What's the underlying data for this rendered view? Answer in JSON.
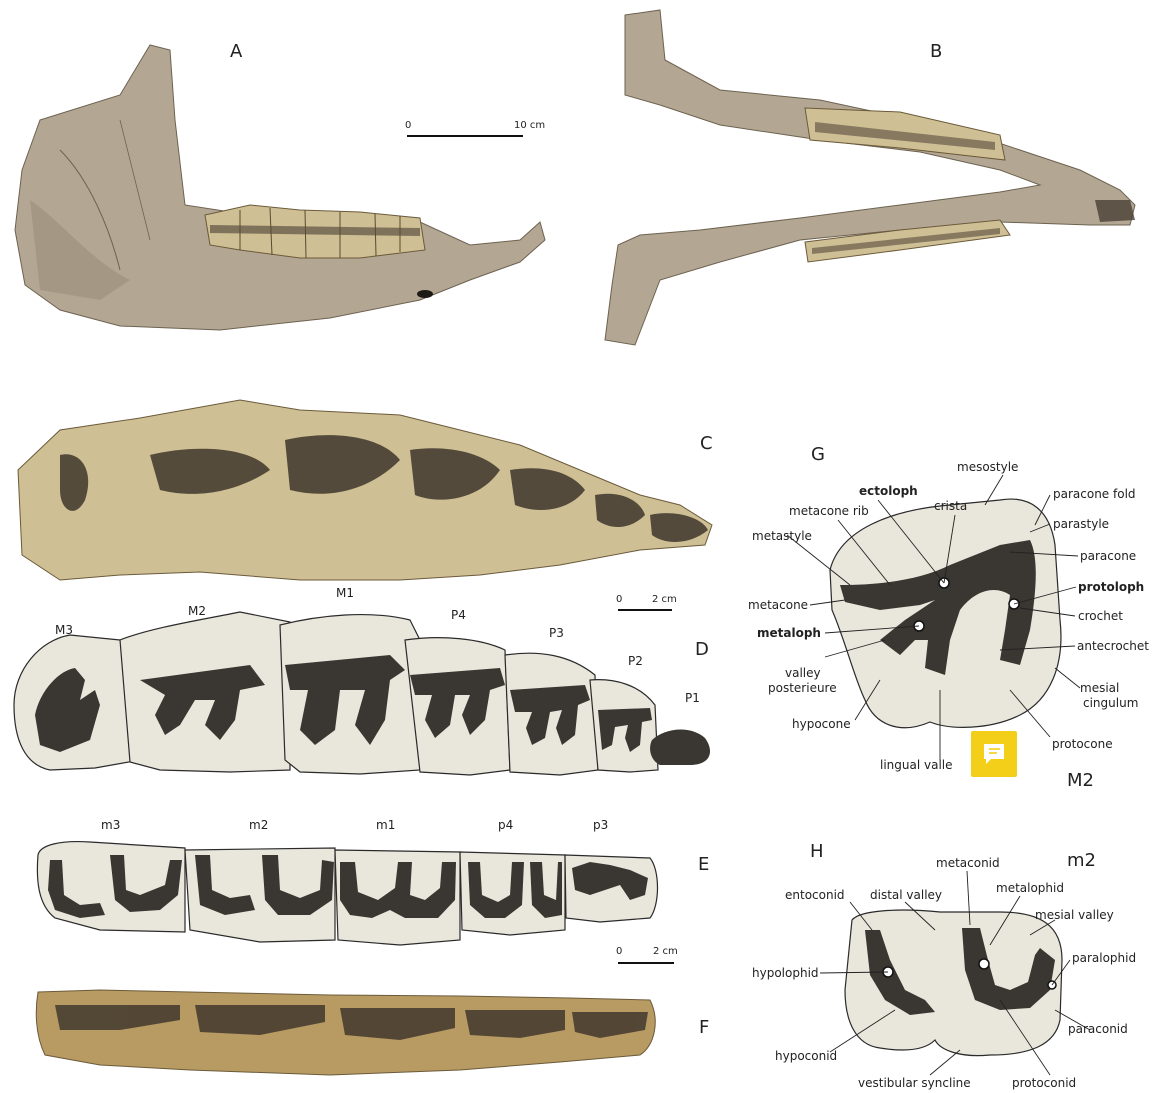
{
  "panels": {
    "A": "A",
    "B": "B",
    "C": "C",
    "D": "D",
    "E": "E",
    "F": "F",
    "G": "G",
    "H": "H"
  },
  "scales": {
    "A": {
      "start": "0",
      "end": "10 cm"
    },
    "CD": {
      "start": "0",
      "end": "2 cm"
    },
    "EF": {
      "start": "0",
      "end": "2 cm"
    }
  },
  "upper_teeth": [
    "M3",
    "M2",
    "M1",
    "P4",
    "P3",
    "P2",
    "P1"
  ],
  "lower_teeth": [
    "m3",
    "m2",
    "m1",
    "p4",
    "p3"
  ],
  "G": {
    "tooth": "M2",
    "labels": {
      "mesostyle": "mesostyle",
      "ectoloph": "ectoloph",
      "crista": "crista",
      "paracone_fold": "paracone fold",
      "metacone_rib": "metacone rib",
      "parastyle": "parastyle",
      "metastyle": "metastyle",
      "paracone": "paracone",
      "protoloph": "protoloph",
      "metacone": "metacone",
      "crochet": "crochet",
      "metaloph": "metaloph",
      "antecrochet": "antecrochet",
      "valley_posterieure_1": "valley",
      "valley_posterieure_2": "posterieure",
      "mesial_cingulum_1": "mesial",
      "mesial_cingulum_2": "cingulum",
      "hypocone": "hypocone",
      "protocone": "protocone",
      "lingual_valley": "lingual valle"
    }
  },
  "H": {
    "tooth": "m2",
    "labels": {
      "metaconid": "metaconid",
      "entoconid": "entoconid",
      "distal_valley": "distal valley",
      "metalophid": "metalophid",
      "mesial_valley": "mesial valley",
      "paralophid": "paralophid",
      "hypolophid": "hypolophid",
      "paraconid": "paraconid",
      "hypoconid": "hypoconid",
      "vestibular_syncline": "vestibular syncline",
      "protoconid": "protoconid"
    }
  },
  "ui": {
    "comment_icon": "comment-icon",
    "accent_color": "#f3cf1a"
  }
}
